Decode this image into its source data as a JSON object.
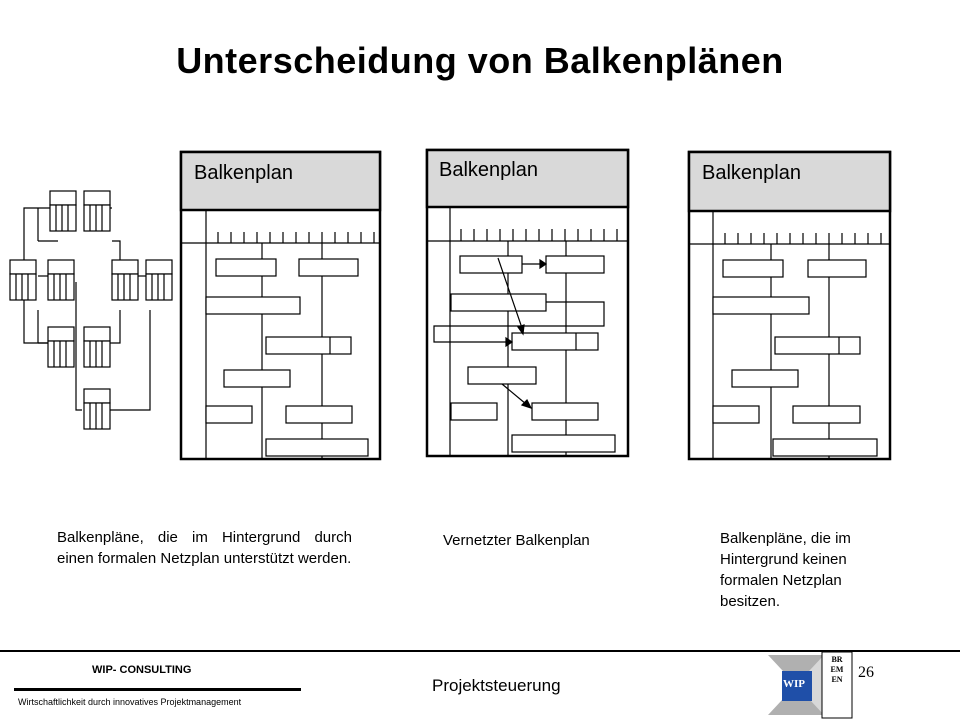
{
  "title": "Unterscheidung von Balkenplänen",
  "panels": [
    {
      "header": "Balkenplan",
      "caption": "Balkenpläne, die im Hintergrund durch einen formalen Netzplan unterstützt werden."
    },
    {
      "header": "Balkenplan",
      "caption": "Vernetzter Balkenplan"
    },
    {
      "header": "Balkenplan",
      "caption_lines": [
        "Balkenpläne, die im",
        "Hintergrund keinen",
        "formalen Netzplan",
        "besitzen."
      ]
    }
  ],
  "footer": {
    "consulting": "WIP- CONSULTING",
    "tagline": "Wirtschaftlichkeit durch innovatives Projektmanagement",
    "center": "Projektsteuerung",
    "page_number": "26",
    "logo_text": "WIP",
    "logo_vertical": "BREMEN"
  },
  "colors": {
    "panel_header": "#d9d9d9",
    "logo_blue": "#1f4fa8",
    "logo_gray": "#b0b0b0"
  }
}
